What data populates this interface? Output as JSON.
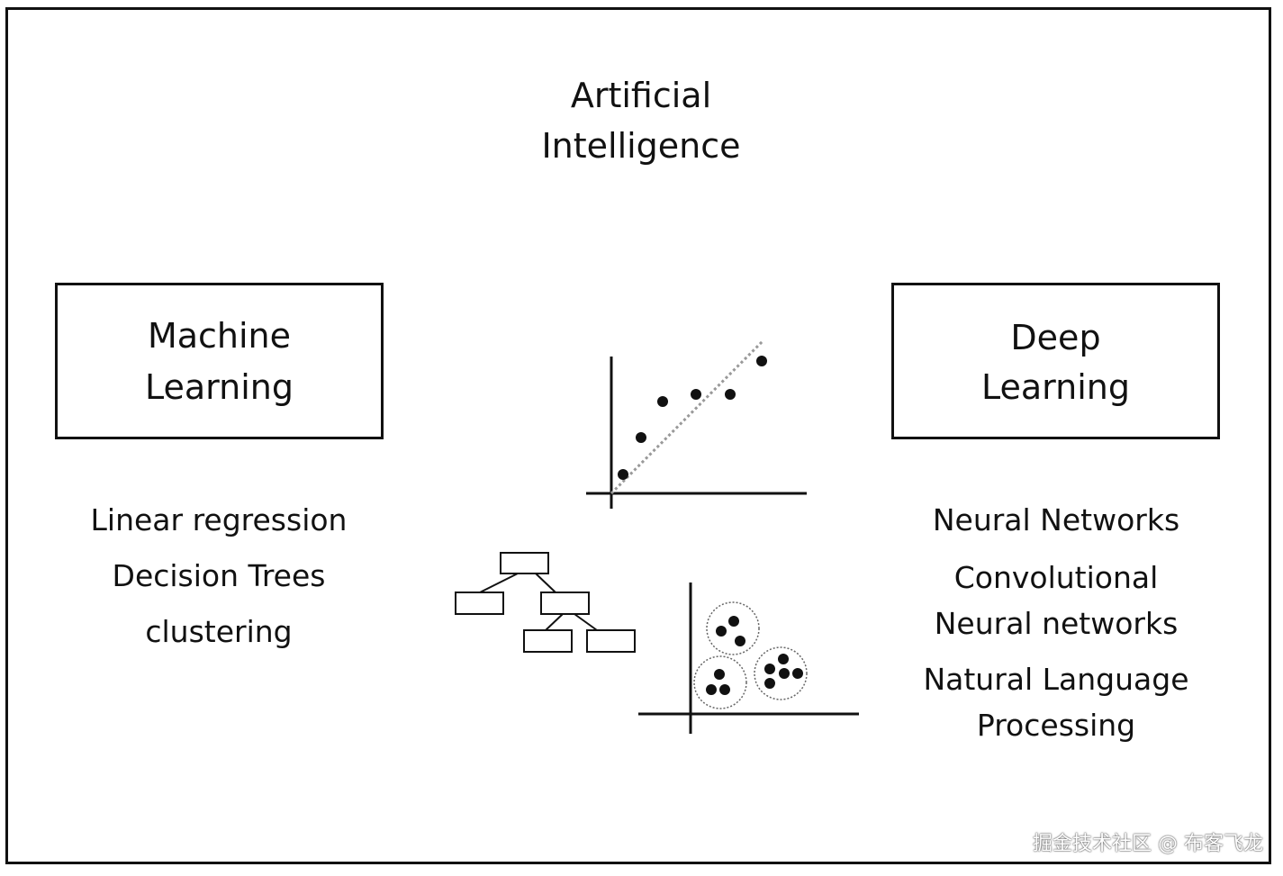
{
  "title": {
    "line1": "Artificial",
    "line2": "Intelligence"
  },
  "machine_learning": {
    "line1": "Machine",
    "line2": "Learning",
    "items": [
      "Linear regression",
      "Decision Trees",
      "clustering"
    ]
  },
  "deep_learning": {
    "line1": "Deep",
    "line2": "Learning",
    "items": {
      "neural_networks": "Neural Networks",
      "cnn_line1": "Convolutional",
      "cnn_line2": "Neural networks",
      "nlp_line1": "Natural Language",
      "nlp_line2": "Processing"
    }
  },
  "watermark": "掘金技术社区 @ 布客飞龙",
  "colors": {
    "stroke": "#111111",
    "dotted": "#999999",
    "background": "#ffffff"
  },
  "icons": [
    "regression-plot-icon",
    "decision-tree-icon",
    "clustering-plot-icon"
  ]
}
